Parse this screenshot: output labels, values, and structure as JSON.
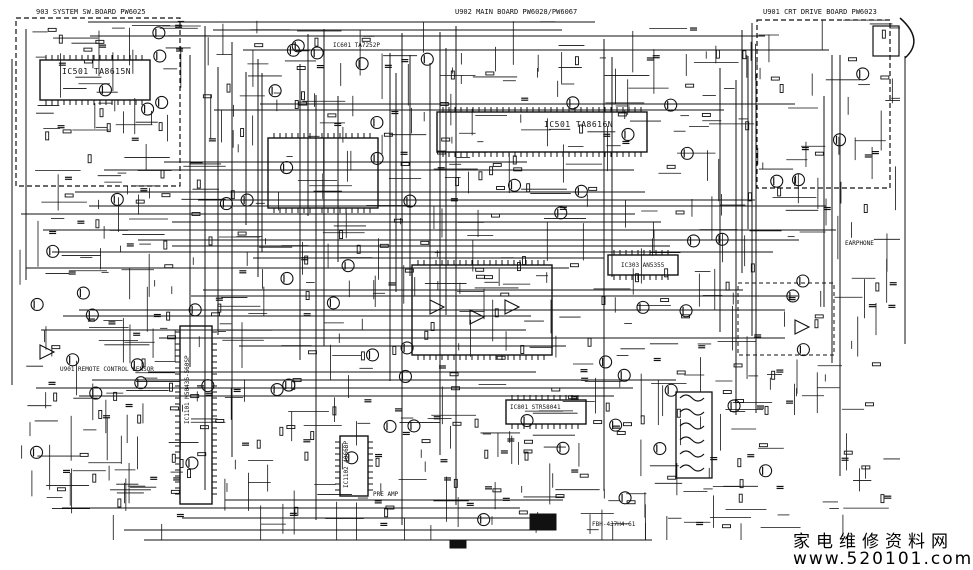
{
  "boards": {
    "system_switch": "903 SYSTEM SW.BOARD PW6025",
    "main": "U902 MAIN BOARD PW6028/PW6067",
    "crt_drive": "U901 CRT DRIVE BOARD PW6023"
  },
  "ics": {
    "ic501_sys": "IC501 TA8615N",
    "ic601": "IC601 TA7252P",
    "ic501_main": "IC501 TA8616N",
    "ic303": "IC303 AN5355",
    "ic801": "IC801 STR58041",
    "ic1101": "IC1101 M50436-560SP",
    "ic1102": "IC1102 4066BP"
  },
  "labels": {
    "remote_sensor": "U901 REMOTE CONTROL SENSOR",
    "pre_amp": "PRE AMP",
    "fbt": "FBH-4J7H4-61",
    "earphone": "EARPHONE"
  },
  "watermark": {
    "cn": "家电维修资料网",
    "url": "www.520101.com"
  }
}
